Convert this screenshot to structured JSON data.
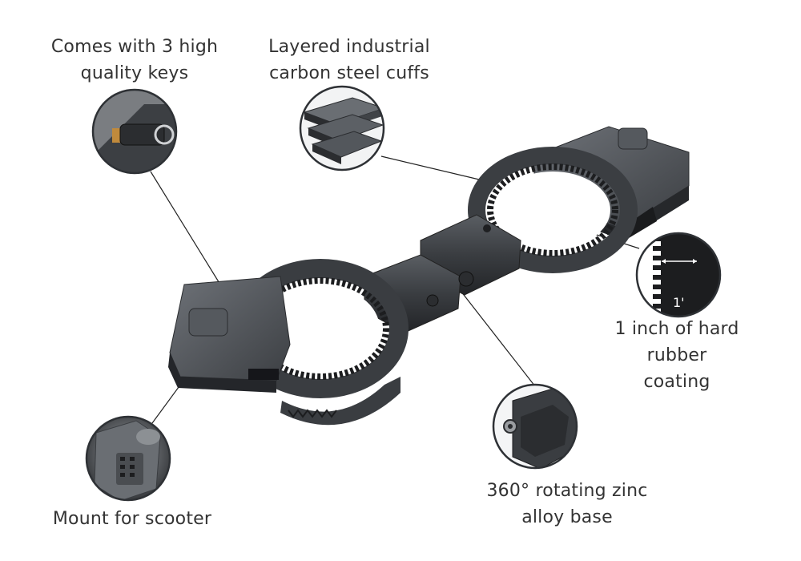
{
  "callouts": {
    "keys": {
      "line1": "Comes with 3 high",
      "line2": "quality keys"
    },
    "cuffs": {
      "line1": "Layered industrial",
      "line2": "carbon steel cuffs"
    },
    "rubber": {
      "line1": "1 inch of hard",
      "line2": "rubber",
      "line3": "coating",
      "marker": "1'"
    },
    "base": {
      "line1": "360° rotating zinc",
      "line2": "alloy base"
    },
    "mount": {
      "line1": "Mount for scooter"
    }
  },
  "colors": {
    "text": "#333333",
    "product_dark": "#2b2d30",
    "product_mid": "#44474b",
    "product_light": "#6a6e73",
    "rubber": "#1c1d1f",
    "callout_ring": "#3a3d41",
    "leader_line": "#222222"
  },
  "icons": [
    "key-icon",
    "layered-steel-icon",
    "rubber-teeth-icon",
    "rotating-base-icon",
    "scooter-mount-icon"
  ]
}
